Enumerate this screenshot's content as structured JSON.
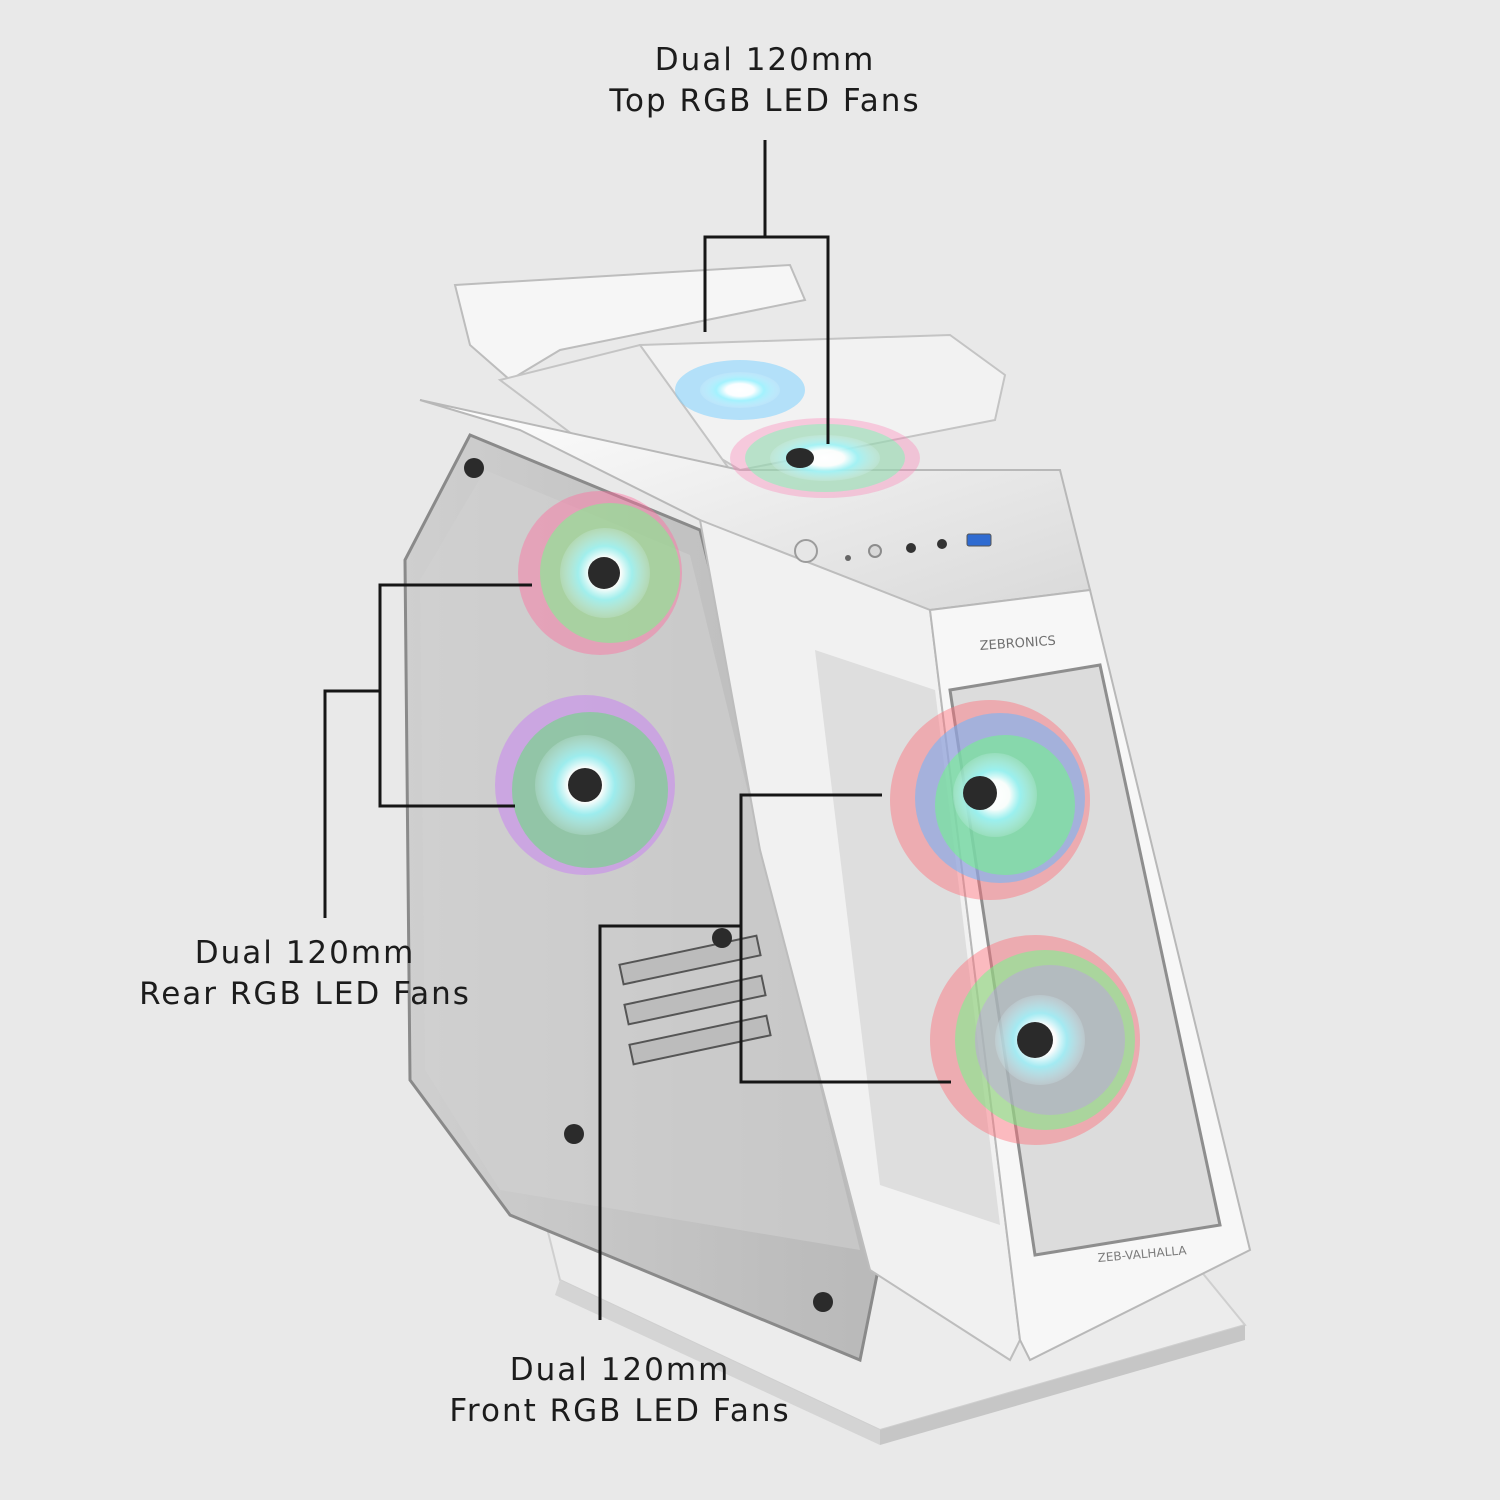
{
  "photo": {
    "background": "#e9e9e9",
    "case_color": "#f4f4f4",
    "fan_colors": [
      "#ff5f8a",
      "#c86bff",
      "#5aa8ff",
      "#45e0c8",
      "#6dff6d",
      "#ffe45a",
      "#ff9a4a"
    ]
  },
  "callouts": {
    "top": {
      "line1": "Dual 120mm",
      "line2": "Top RGB LED Fans"
    },
    "rear": {
      "line1": "Dual 120mm",
      "line2": "Rear RGB LED Fans"
    },
    "front": {
      "line1": "Dual 120mm",
      "line2": "Front RGB LED Fans"
    }
  },
  "branding": {
    "logo": "ZEBRONICS",
    "model": "ZEB-VALHALLA"
  }
}
